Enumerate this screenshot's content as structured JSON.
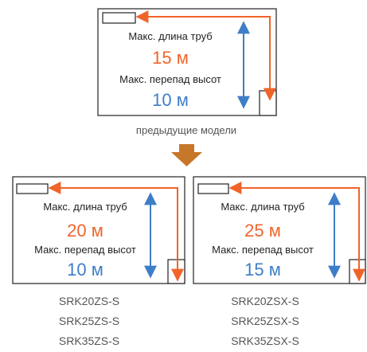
{
  "top": {
    "length_label": "Макс. длина труб",
    "length_value": "15 м",
    "height_label": "Макс. перепад высот",
    "height_value": "10 м",
    "caption": "предыдущие модели"
  },
  "left": {
    "length_label": "Макс. длина труб",
    "length_value": "20 м",
    "height_label": "Макс. перепад высот",
    "height_value": "10 м",
    "models": [
      "SRK20ZS-S",
      "SRK25ZS-S",
      "SRK35ZS-S"
    ]
  },
  "right": {
    "length_label": "Макс. длина труб",
    "length_value": "25 м",
    "height_label": "Макс. перепад высот",
    "height_value": "15 м",
    "models": [
      "SRK20ZSX-S",
      "SRK25ZSX-S",
      "SRK35ZSX-S"
    ]
  },
  "colors": {
    "length": "#f0642a",
    "height": "#3e7ec8",
    "transition_arrow": "#c7772a",
    "text": "#222222",
    "model_text": "#555555"
  }
}
